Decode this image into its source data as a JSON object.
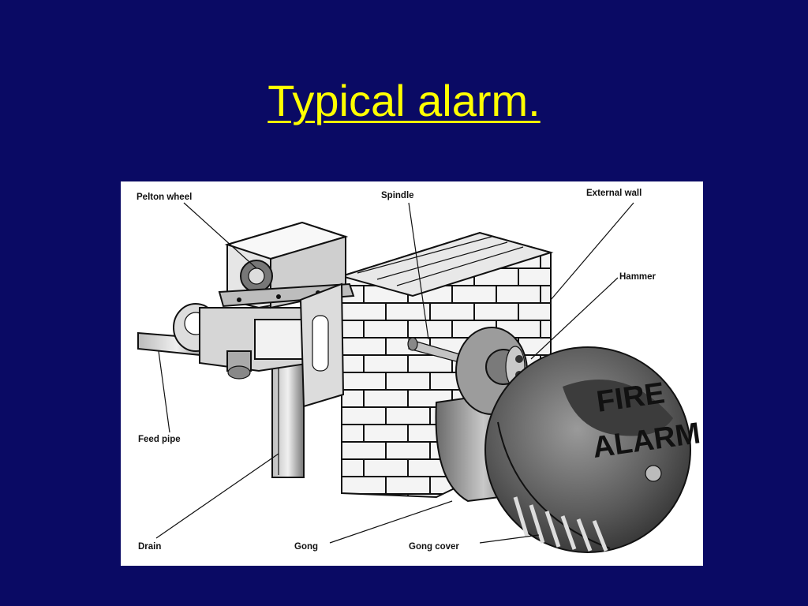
{
  "slide": {
    "title": "Typical alarm."
  },
  "diagram": {
    "labels": {
      "pelton_wheel": "Pelton wheel",
      "spindle": "Spindle",
      "external_wall": "External wall",
      "hammer": "Hammer",
      "feed_pipe": "Feed pipe",
      "drain": "Drain",
      "gong": "Gong",
      "gong_cover": "Gong cover"
    },
    "gong_stamp": {
      "line1": "FIRE",
      "line2": "ALARM"
    }
  }
}
